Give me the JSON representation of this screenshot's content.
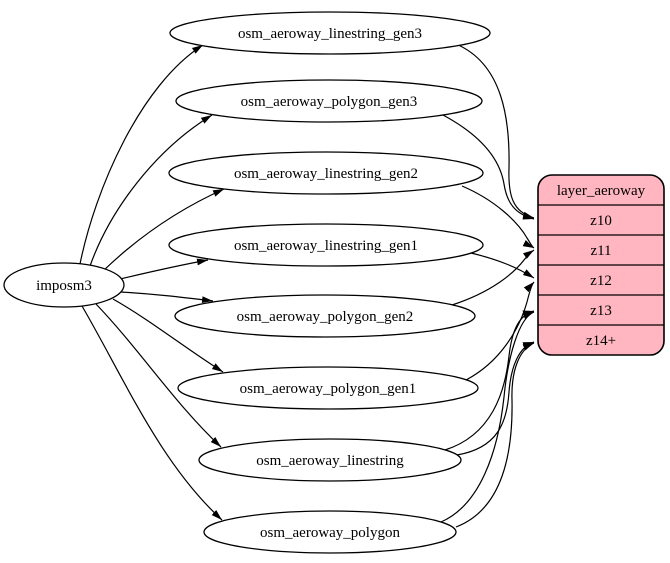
{
  "diagram": {
    "kind": "etl-dependency-graph",
    "source": {
      "label": "imposm3"
    },
    "tables": [
      {
        "label": "osm_aeroway_linestring_gen3"
      },
      {
        "label": "osm_aeroway_polygon_gen3"
      },
      {
        "label": "osm_aeroway_linestring_gen2"
      },
      {
        "label": "osm_aeroway_linestring_gen1"
      },
      {
        "label": "osm_aeroway_polygon_gen2"
      },
      {
        "label": "osm_aeroway_polygon_gen1"
      },
      {
        "label": "osm_aeroway_linestring"
      },
      {
        "label": "osm_aeroway_polygon"
      }
    ],
    "layer": {
      "title": "layer_aeroway",
      "rows": [
        {
          "label": "z10"
        },
        {
          "label": "z11"
        },
        {
          "label": "z12"
        },
        {
          "label": "z13"
        },
        {
          "label": "z14+"
        }
      ],
      "fill": "#ffb6c1",
      "stroke": "#000000"
    },
    "edges": {
      "from_source_to": [
        "osm_aeroway_linestring_gen3",
        "osm_aeroway_polygon_gen3",
        "osm_aeroway_linestring_gen2",
        "osm_aeroway_linestring_gen1",
        "osm_aeroway_polygon_gen2",
        "osm_aeroway_polygon_gen1",
        "osm_aeroway_linestring",
        "osm_aeroway_polygon"
      ],
      "to_layer_rows": [
        {
          "from": "osm_aeroway_linestring_gen3",
          "to": "z10"
        },
        {
          "from": "osm_aeroway_polygon_gen3",
          "to": "z10"
        },
        {
          "from": "osm_aeroway_linestring_gen2",
          "to": "z11"
        },
        {
          "from": "osm_aeroway_polygon_gen2",
          "to": "z11"
        },
        {
          "from": "osm_aeroway_linestring_gen1",
          "to": "z12"
        },
        {
          "from": "osm_aeroway_polygon_gen1",
          "to": "z12"
        },
        {
          "from": "osm_aeroway_linestring",
          "to": "z13"
        },
        {
          "from": "osm_aeroway_linestring",
          "to": "z14+"
        },
        {
          "from": "osm_aeroway_polygon",
          "to": "z13"
        },
        {
          "from": "osm_aeroway_polygon",
          "to": "z14+"
        }
      ]
    }
  }
}
